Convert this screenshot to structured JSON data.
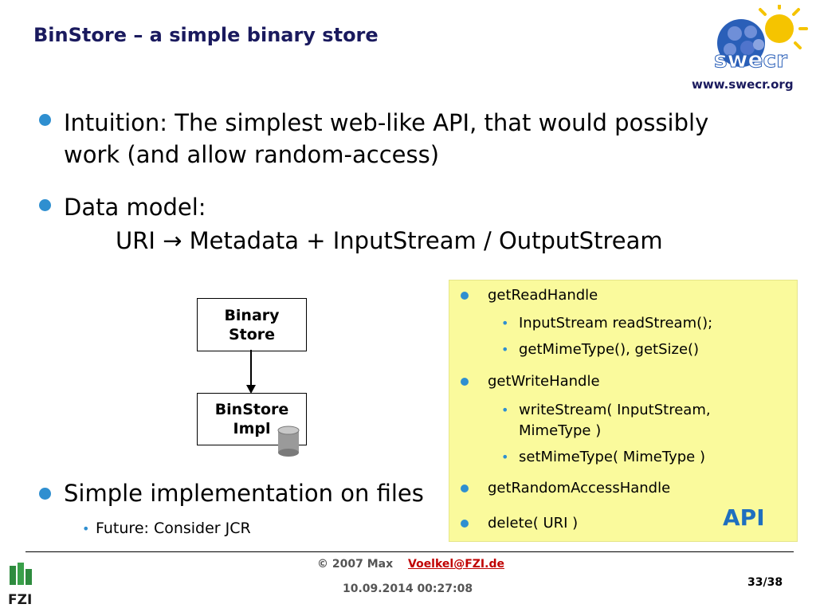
{
  "title": "BinStore – a simple binary store",
  "logo": {
    "text": "swecr",
    "url": "www.swecr.org"
  },
  "bullets": [
    {
      "lines": [
        "Intuition: The simplest web-like API, that would possibly",
        "work (and allow random-access)"
      ]
    },
    {
      "lines": [
        "Data model:",
        "URI → Metadata + InputStream / OutputStream"
      ]
    },
    {
      "lines": [
        "Simple implementation on files"
      ],
      "sub": [
        "Future: Consider JCR"
      ]
    }
  ],
  "diagram": {
    "box_top": [
      "Binary",
      "Store"
    ],
    "box_bottom": [
      "BinStore",
      "Impl"
    ]
  },
  "api": {
    "label": "API",
    "items": [
      {
        "text": "getReadHandle",
        "sub": [
          "InputStream readStream();",
          "getMimeType(), getSize()"
        ]
      },
      {
        "text": "getWriteHandle",
        "sub": [
          "writeStream( InputStream,",
          "MimeType )",
          "setMimeType( MimeType )"
        ]
      },
      {
        "text": "getRandomAccessHandle"
      },
      {
        "text": "delete( URI )"
      }
    ]
  },
  "footer": {
    "copyright": "© 2007 Max",
    "email": "Voelkel@FZI.de",
    "datetime": "10.09.2014 00:27:08",
    "page": "33/38",
    "org_logo_text": "FZI"
  },
  "colors": {
    "bullet": "#2f8fd0",
    "title": "#1a1a5e",
    "api_bg": "#fafa9c",
    "api_label": "#1f6fbf",
    "email": "#c00000"
  }
}
